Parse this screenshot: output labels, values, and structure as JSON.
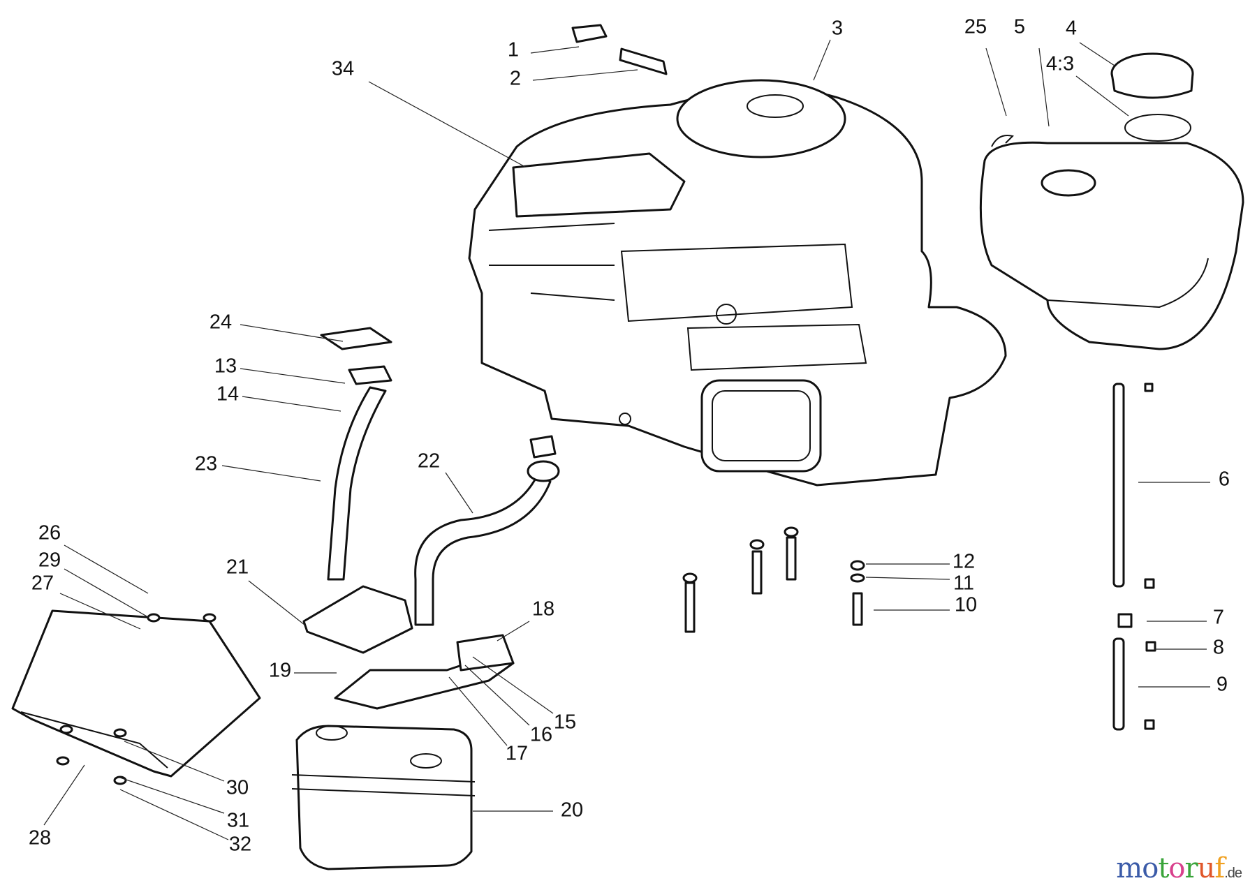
{
  "callouts": [
    "1",
    "2",
    "3",
    "34",
    "25",
    "5",
    "4",
    "4:3",
    "24",
    "13",
    "14",
    "23",
    "22",
    "21",
    "26",
    "29",
    "27",
    "18",
    "19",
    "15",
    "16",
    "17",
    "20",
    "30",
    "31",
    "32",
    "28",
    "12",
    "11",
    "10",
    "6",
    "7",
    "8",
    "9"
  ],
  "watermark": {
    "letters": [
      "m",
      "o",
      "t",
      "o",
      "r",
      "u",
      "f"
    ],
    "colors": [
      "#3b5ba8",
      "#3b5ba8",
      "#3aa43a",
      "#d8408c",
      "#3aa43a",
      "#e0562a",
      "#f0a020"
    ],
    "suffix": ".de"
  }
}
